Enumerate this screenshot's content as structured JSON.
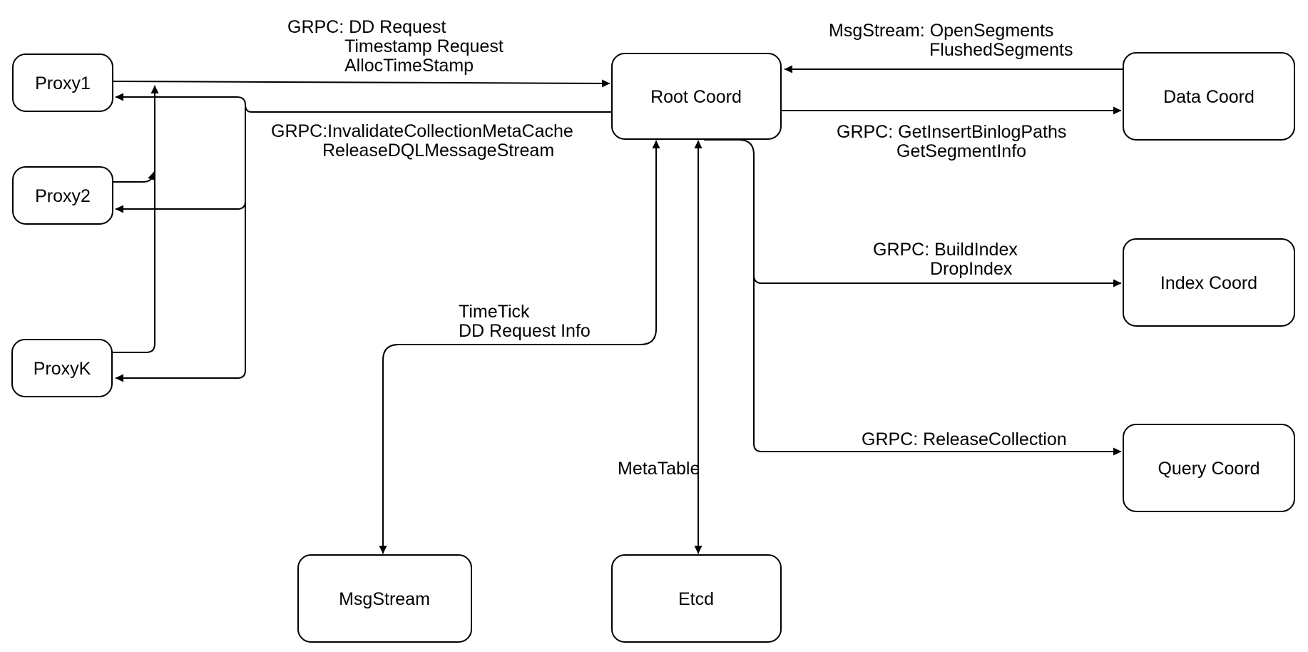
{
  "diagram": {
    "colors": {
      "stroke": "#000000",
      "fill": "#ffffff",
      "text": "#000000"
    },
    "nodes": [
      {
        "id": "proxy1",
        "label": "Proxy1"
      },
      {
        "id": "proxy2",
        "label": "Proxy2"
      },
      {
        "id": "proxyk",
        "label": "ProxyK"
      },
      {
        "id": "root_coord",
        "label": "Root Coord"
      },
      {
        "id": "data_coord",
        "label": "Data Coord"
      },
      {
        "id": "index_coord",
        "label": "Index Coord"
      },
      {
        "id": "query_coord",
        "label": "Query Coord"
      },
      {
        "id": "msgstream",
        "label": "MsgStream"
      },
      {
        "id": "etcd",
        "label": "Etcd"
      }
    ],
    "edge_labels": [
      {
        "id": "proxies_to_root",
        "lines": [
          "GRPC: DD Request",
          "Timestamp Request",
          "AllocTimeStamp"
        ]
      },
      {
        "id": "root_to_proxies",
        "lines": [
          "GRPC:InvalidateCollectionMetaCache",
          "ReleaseDQLMessageStream"
        ]
      },
      {
        "id": "data_to_root",
        "lines": [
          "MsgStream: OpenSegments",
          "FlushedSegments"
        ]
      },
      {
        "id": "root_to_data",
        "lines": [
          "GRPC: GetInsertBinlogPaths",
          "GetSegmentInfo"
        ]
      },
      {
        "id": "root_to_index",
        "lines": [
          "GRPC: BuildIndex",
          "DropIndex"
        ]
      },
      {
        "id": "root_to_query",
        "lines": [
          "GRPC: ReleaseCollection"
        ]
      },
      {
        "id": "root_msgstream",
        "lines": [
          "TimeTick",
          "DD Request Info"
        ]
      },
      {
        "id": "root_etcd",
        "lines": [
          "MetaTable"
        ]
      }
    ]
  }
}
